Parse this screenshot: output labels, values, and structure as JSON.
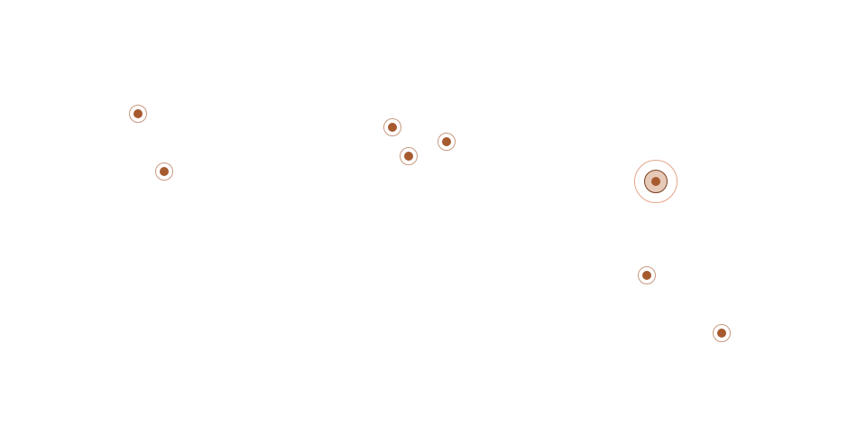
{
  "map": {
    "background_color": "#ffffff",
    "marker_color": "#a65a2e",
    "ring_color": "#c79a80",
    "highlight_fill": "#e7c9b8",
    "highlight_stroke": "#7a3f1f",
    "highlight_halo_color": "#e6a58a",
    "markers": [
      {
        "id": "marker-1",
        "icon": "location-dot-icon",
        "selected": false
      },
      {
        "id": "marker-2",
        "icon": "location-dot-icon",
        "selected": false
      },
      {
        "id": "marker-3",
        "icon": "location-dot-icon",
        "selected": false
      },
      {
        "id": "marker-4",
        "icon": "location-dot-icon",
        "selected": false
      },
      {
        "id": "marker-5",
        "icon": "location-dot-icon",
        "selected": false
      },
      {
        "id": "marker-6",
        "icon": "location-dot-icon",
        "selected": true
      },
      {
        "id": "marker-7",
        "icon": "location-dot-icon",
        "selected": false
      },
      {
        "id": "marker-8",
        "icon": "location-dot-icon",
        "selected": false
      }
    ]
  }
}
